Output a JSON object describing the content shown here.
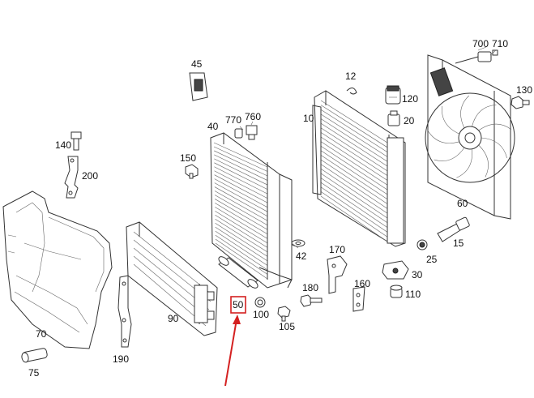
{
  "labels": {
    "p10": "10",
    "p12": "12",
    "p15": "15",
    "p20": "20",
    "p25": "25",
    "p30": "30",
    "p40": "40",
    "p42": "42",
    "p45": "45",
    "p50": "50",
    "p60": "60",
    "p70": "70",
    "p75": "75",
    "p90": "90",
    "p100": "100",
    "p105": "105",
    "p110": "110",
    "p120": "120",
    "p130": "130",
    "p140": "140",
    "p150": "150",
    "p160": "160",
    "p170": "170",
    "p180": "180",
    "p190": "190",
    "p200": "200",
    "p700": "700",
    "p710": "710",
    "p760": "760",
    "p770": "770"
  },
  "colors": {
    "highlight": "#d42020",
    "line": "#333333",
    "background": "#ffffff"
  }
}
